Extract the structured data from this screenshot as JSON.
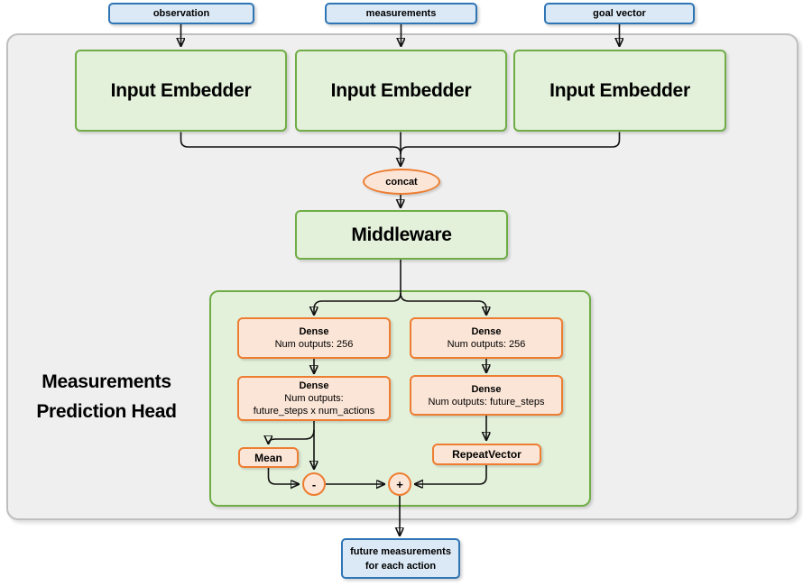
{
  "inputs": [
    {
      "label": "observation"
    },
    {
      "label": "measurements"
    },
    {
      "label": "goal vector"
    }
  ],
  "embedders": [
    {
      "label": "Input Embedder"
    },
    {
      "label": "Input Embedder"
    },
    {
      "label": "Input Embedder"
    }
  ],
  "concat": {
    "label": "concat"
  },
  "middleware": {
    "label": "Middleware"
  },
  "prediction_head": {
    "title_line1": "Measurements",
    "title_line2": "Prediction Head",
    "left_branch": {
      "dense1_title": "Dense",
      "dense1_detail": "Num outputs: 256",
      "dense2_title": "Dense",
      "dense2_detail_line1": "Num outputs:",
      "dense2_detail_line2": "future_steps x num_actions",
      "mean_label": "Mean",
      "subtract_label": "-"
    },
    "right_branch": {
      "dense1_title": "Dense",
      "dense1_detail": "Num outputs: 256",
      "dense2_title": "Dense",
      "dense2_detail": "Num outputs: future_steps",
      "repeat_label": "RepeatVector",
      "add_label": "+"
    }
  },
  "output": {
    "label_line1": "future measurements",
    "label_line2": "for each action"
  },
  "colors": {
    "blue_border": "#2E75B6",
    "blue_fill": "#DBE9F6",
    "green_border": "#70AD47",
    "green_fill": "#E3F0DA",
    "orange_border": "#ED7D31",
    "orange_fill": "#FBE5D6",
    "panel_fill": "#EFEFEF",
    "panel_border": "#BFBFBF",
    "connector": "#111111"
  }
}
